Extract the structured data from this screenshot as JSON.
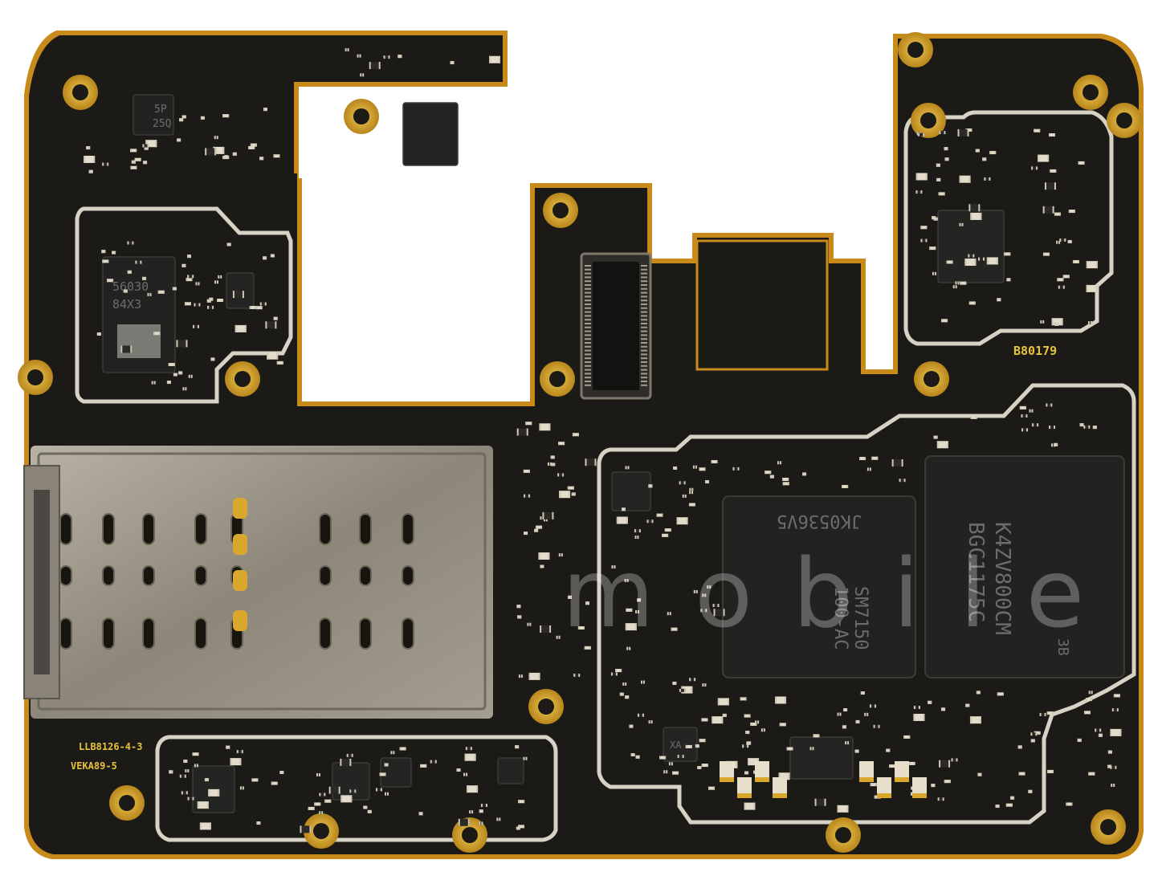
{
  "board_labels": {
    "board_id": "B80179",
    "revision": "LLB8126-4-3",
    "version": "VEKA89-5"
  },
  "chips": {
    "soc_line1": "JK0536V5",
    "soc_line2": "SM7150",
    "soc_line3": "100-AC",
    "memory_line1": "K4ZV800CM",
    "memory_line2": "BGC1175C",
    "memory_line3": "3B",
    "pmic_line1": "56030",
    "pmic_line2": "84X3",
    "small_line1": "5P",
    "small_line2": "25Q",
    "bottom_chip": "XA"
  },
  "watermark": {
    "text": "mobile"
  },
  "colors": {
    "pcb": "#1b1a16",
    "pcb_edge": "#c98a1c",
    "gold_pad": "#d8a72c",
    "shield": "#9a9488",
    "silkscreen": "#e8c23a"
  }
}
